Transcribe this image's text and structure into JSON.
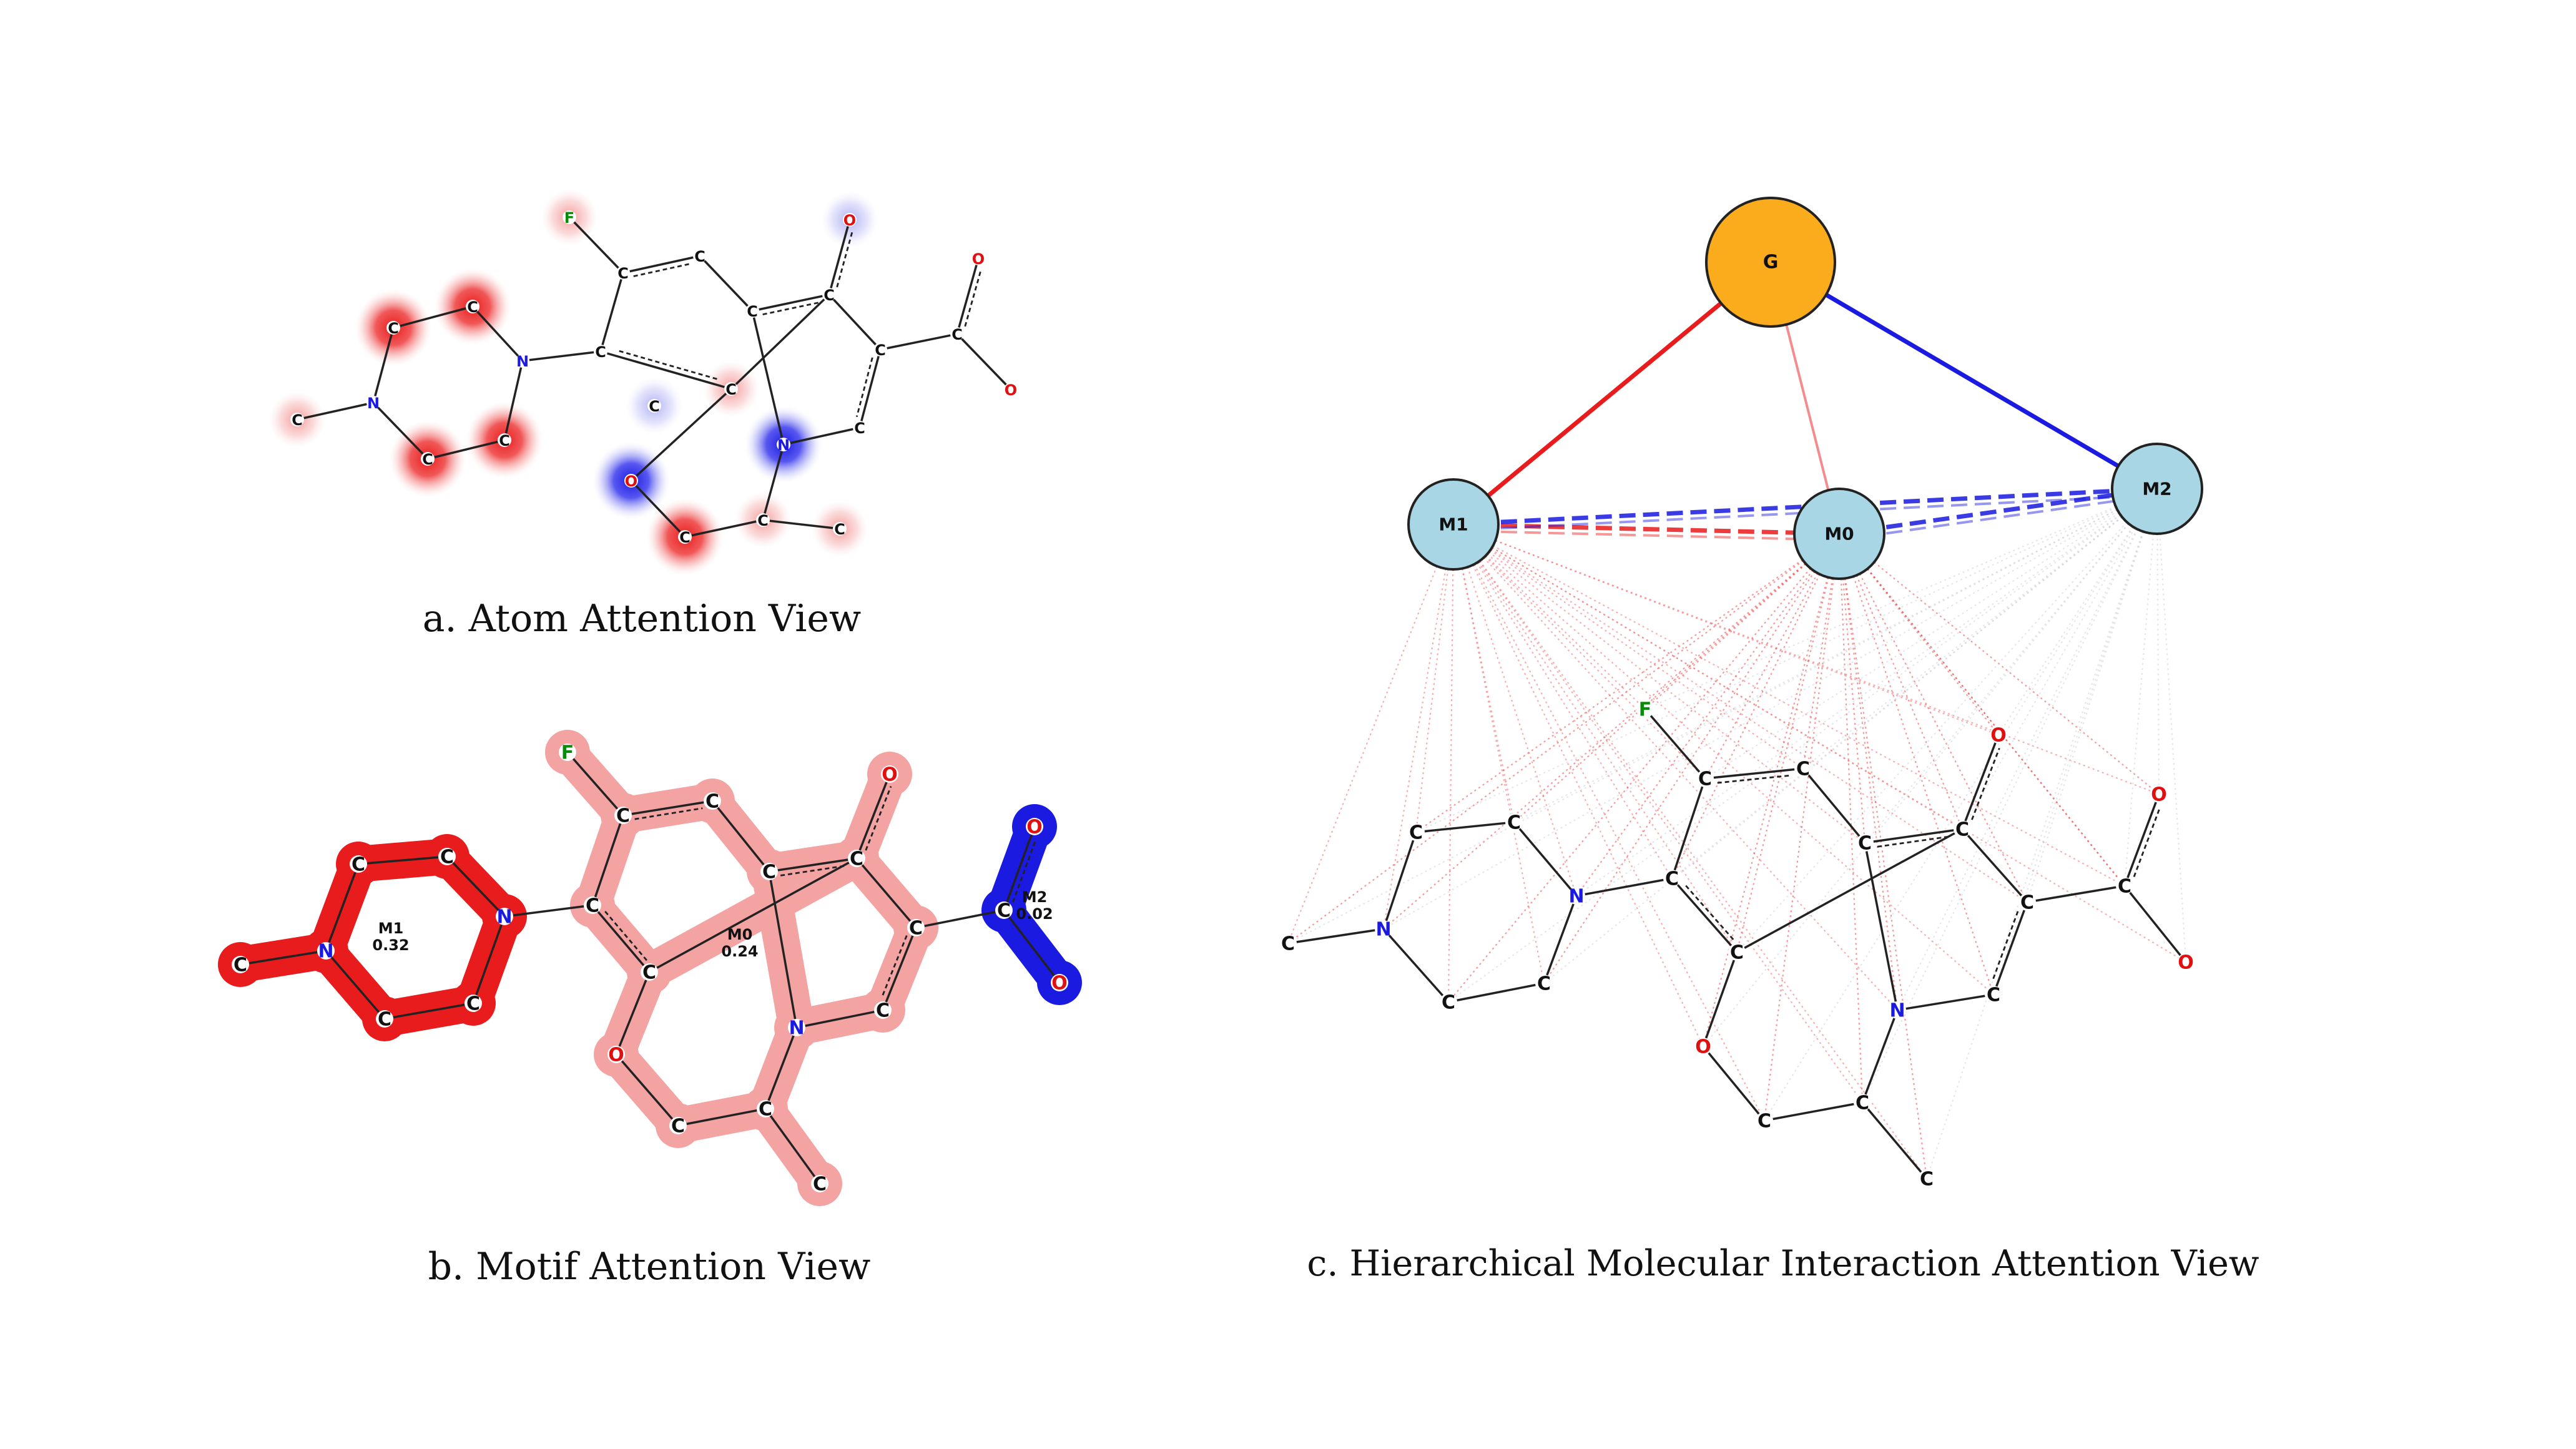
{
  "colors": {
    "red": "#e81c1c",
    "blue": "#1a1ae0",
    "pink": "#f4a3a3",
    "global_node": "#fbac1c",
    "motif_node": "#a9d6e5",
    "nitrogen": "#1a1ae0",
    "oxygen": "#e01010",
    "fluorine": "#0a8a0a",
    "carbon": "#111111"
  },
  "captions": {
    "a": "a. Atom Attention View",
    "b": "b. Motif Attention View",
    "c": "c. Hierarchical Molecular Interaction Attention View"
  },
  "atoms": [
    {
      "el": "F",
      "label": "F",
      "attn": "red-light"
    },
    {
      "el": "C",
      "label": "C",
      "attn": "none"
    },
    {
      "el": "C",
      "label": "C",
      "attn": "none"
    },
    {
      "el": "C",
      "label": "C",
      "attn": "none"
    },
    {
      "el": "C",
      "label": "C",
      "attn": "none"
    },
    {
      "el": "C",
      "label": "C",
      "attn": "red-light"
    },
    {
      "el": "C",
      "label": "C",
      "attn": "none"
    },
    {
      "el": "O",
      "label": "O",
      "attn": "blue-light"
    },
    {
      "el": "C",
      "label": "C",
      "attn": "none"
    },
    {
      "el": "C",
      "label": "C",
      "attn": "none"
    },
    {
      "el": "O",
      "label": "O",
      "attn": "none"
    },
    {
      "el": "O",
      "label": "O",
      "attn": "none"
    },
    {
      "el": "N",
      "label": "N",
      "attn": "blue"
    },
    {
      "el": "C",
      "label": "C",
      "attn": "none"
    },
    {
      "el": "C",
      "label": "C",
      "attn": "blue-light"
    },
    {
      "el": "C",
      "label": "C",
      "attn": "none"
    },
    {
      "el": "N",
      "label": "N",
      "attn": "none"
    },
    {
      "el": "C",
      "label": "C",
      "attn": "red"
    },
    {
      "el": "C",
      "label": "C",
      "attn": "red"
    },
    {
      "el": "N",
      "label": "N",
      "attn": "none"
    },
    {
      "el": "C",
      "label": "C",
      "attn": "red"
    },
    {
      "el": "C",
      "label": "C",
      "attn": "red"
    },
    {
      "el": "C",
      "label": "C",
      "attn": "red-light"
    },
    {
      "el": "O",
      "label": "O",
      "attn": "blue"
    },
    {
      "el": "C",
      "label": "C",
      "attn": "red"
    },
    {
      "el": "C",
      "label": "C",
      "attn": "red-light"
    },
    {
      "el": "C",
      "label": "C",
      "attn": "red-light"
    }
  ],
  "bonds": [
    [
      0,
      1,
      1
    ],
    [
      1,
      2,
      2
    ],
    [
      2,
      3,
      1
    ],
    [
      3,
      4,
      2
    ],
    [
      4,
      5,
      1
    ],
    [
      5,
      6,
      2
    ],
    [
      6,
      1,
      1
    ],
    [
      4,
      7,
      2
    ],
    [
      4,
      8,
      1
    ],
    [
      8,
      9,
      1
    ],
    [
      9,
      10,
      2
    ],
    [
      9,
      11,
      1
    ],
    [
      8,
      13,
      2
    ],
    [
      13,
      12,
      1
    ],
    [
      12,
      3,
      1
    ],
    [
      6,
      16,
      1
    ],
    [
      16,
      17,
      1
    ],
    [
      17,
      18,
      1
    ],
    [
      18,
      19,
      1
    ],
    [
      19,
      20,
      1
    ],
    [
      20,
      21,
      1
    ],
    [
      21,
      16,
      1
    ],
    [
      19,
      22,
      1
    ],
    [
      5,
      23,
      1
    ],
    [
      23,
      24,
      1
    ],
    [
      24,
      25,
      1
    ],
    [
      25,
      12,
      1
    ],
    [
      25,
      26,
      1
    ]
  ],
  "motif_view": {
    "motifs": [
      {
        "id": "M0",
        "score": "0.24",
        "color_key": "pink"
      },
      {
        "id": "M1",
        "score": "0.32",
        "color_key": "red"
      },
      {
        "id": "M2",
        "score": "0.02",
        "color_key": "blue"
      }
    ],
    "membership": [
      "M0",
      "M0",
      "M0",
      "M0",
      "M0",
      "M0",
      "M0",
      "M0",
      "M0",
      "M2",
      "M2",
      "M2",
      "M0",
      "M0",
      "M0",
      "M1",
      "M1",
      "M1",
      "M1",
      "M1",
      "M1",
      "M1",
      "M1",
      "M0",
      "M0",
      "M0",
      "M0"
    ]
  },
  "hierarchy": {
    "global": {
      "label": "G"
    },
    "motifs": [
      {
        "label": "M1"
      },
      {
        "label": "M0"
      },
      {
        "label": "M2"
      }
    ],
    "global_edges": [
      {
        "to": "M1",
        "color_key": "red",
        "weight": "strong"
      },
      {
        "to": "M0",
        "color_key": "red",
        "weight": "weak"
      },
      {
        "to": "M2",
        "color_key": "blue",
        "weight": "strong"
      }
    ],
    "motif_edges": [
      {
        "from": "M1",
        "to": "M0",
        "color_key": "red"
      },
      {
        "from": "M1",
        "to": "M2",
        "color_key": "blue"
      },
      {
        "from": "M0",
        "to": "M2",
        "color_key": "blue"
      }
    ]
  }
}
